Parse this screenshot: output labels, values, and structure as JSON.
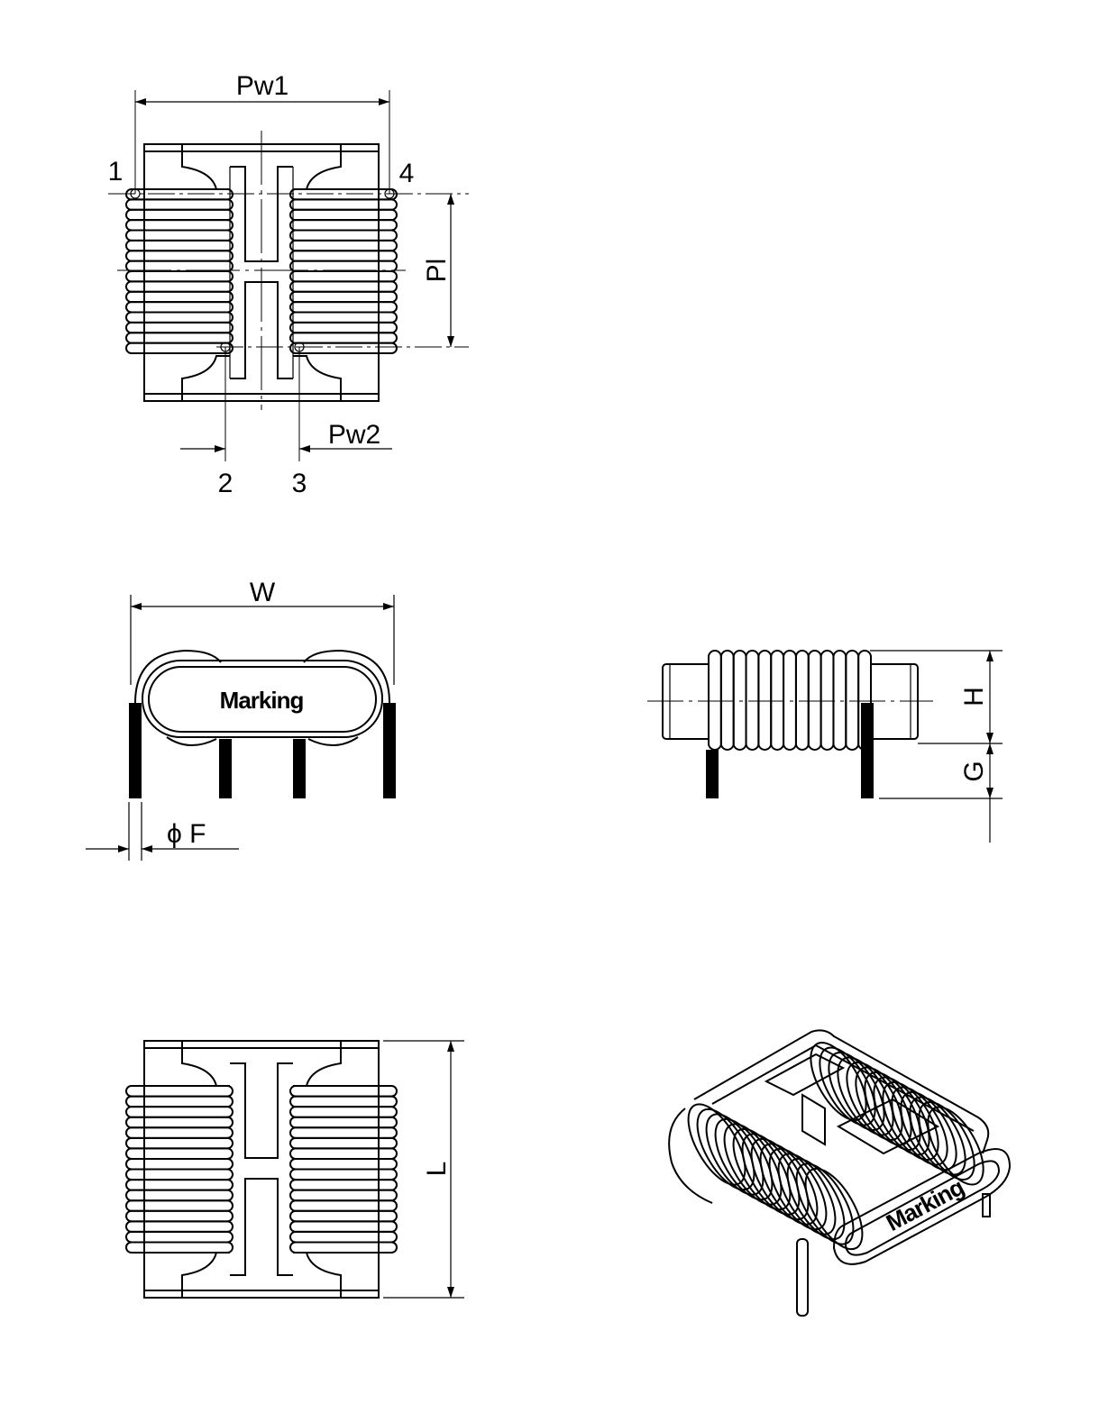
{
  "top_view": {
    "pw1_label": "Pw1",
    "pw2_label": "Pw2",
    "pl_label": "Pl",
    "pins": [
      "1",
      "2",
      "3",
      "4"
    ]
  },
  "front_view": {
    "w_label": "W",
    "marking": "Marking",
    "f_label": "ϕ F"
  },
  "side_view": {
    "h_label": "H",
    "g_label": "G"
  },
  "bottom_view": {
    "l_label": "L"
  },
  "iso_view": {
    "marking": "Marking"
  }
}
